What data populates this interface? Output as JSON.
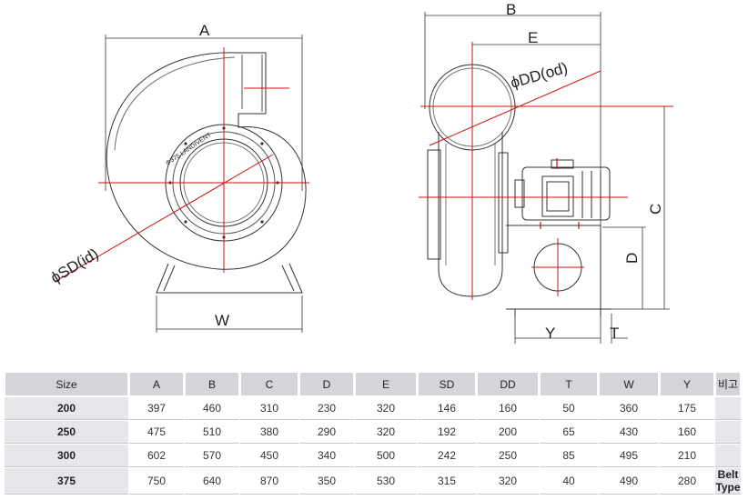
{
  "drawing": {
    "front_view": {
      "dim_a": "A",
      "dim_w": "W",
      "dim_sd": "ϕSD(id)",
      "stamp_text": "Φ375 LANDIVENT"
    },
    "side_view": {
      "dim_b": "B",
      "dim_e": "E",
      "dim_dd": "ϕDD(od)",
      "dim_c": "C",
      "dim_d": "D",
      "dim_y": "Y",
      "dim_t": "T"
    }
  },
  "table": {
    "headers": [
      "Size",
      "A",
      "B",
      "C",
      "D",
      "E",
      "SD",
      "DD",
      "T",
      "W",
      "Y",
      "비고"
    ],
    "rows": [
      [
        "200",
        "397",
        "460",
        "310",
        "230",
        "320",
        "146",
        "160",
        "50",
        "360",
        "175",
        ""
      ],
      [
        "250",
        "475",
        "510",
        "380",
        "290",
        "320",
        "192",
        "200",
        "65",
        "430",
        "160",
        ""
      ],
      [
        "300",
        "602",
        "570",
        "450",
        "340",
        "500",
        "242",
        "250",
        "85",
        "495",
        "210",
        ""
      ],
      [
        "375",
        "750",
        "640",
        "870",
        "350",
        "530",
        "315",
        "320",
        "40",
        "490",
        "280",
        "Belt Type"
      ]
    ]
  }
}
